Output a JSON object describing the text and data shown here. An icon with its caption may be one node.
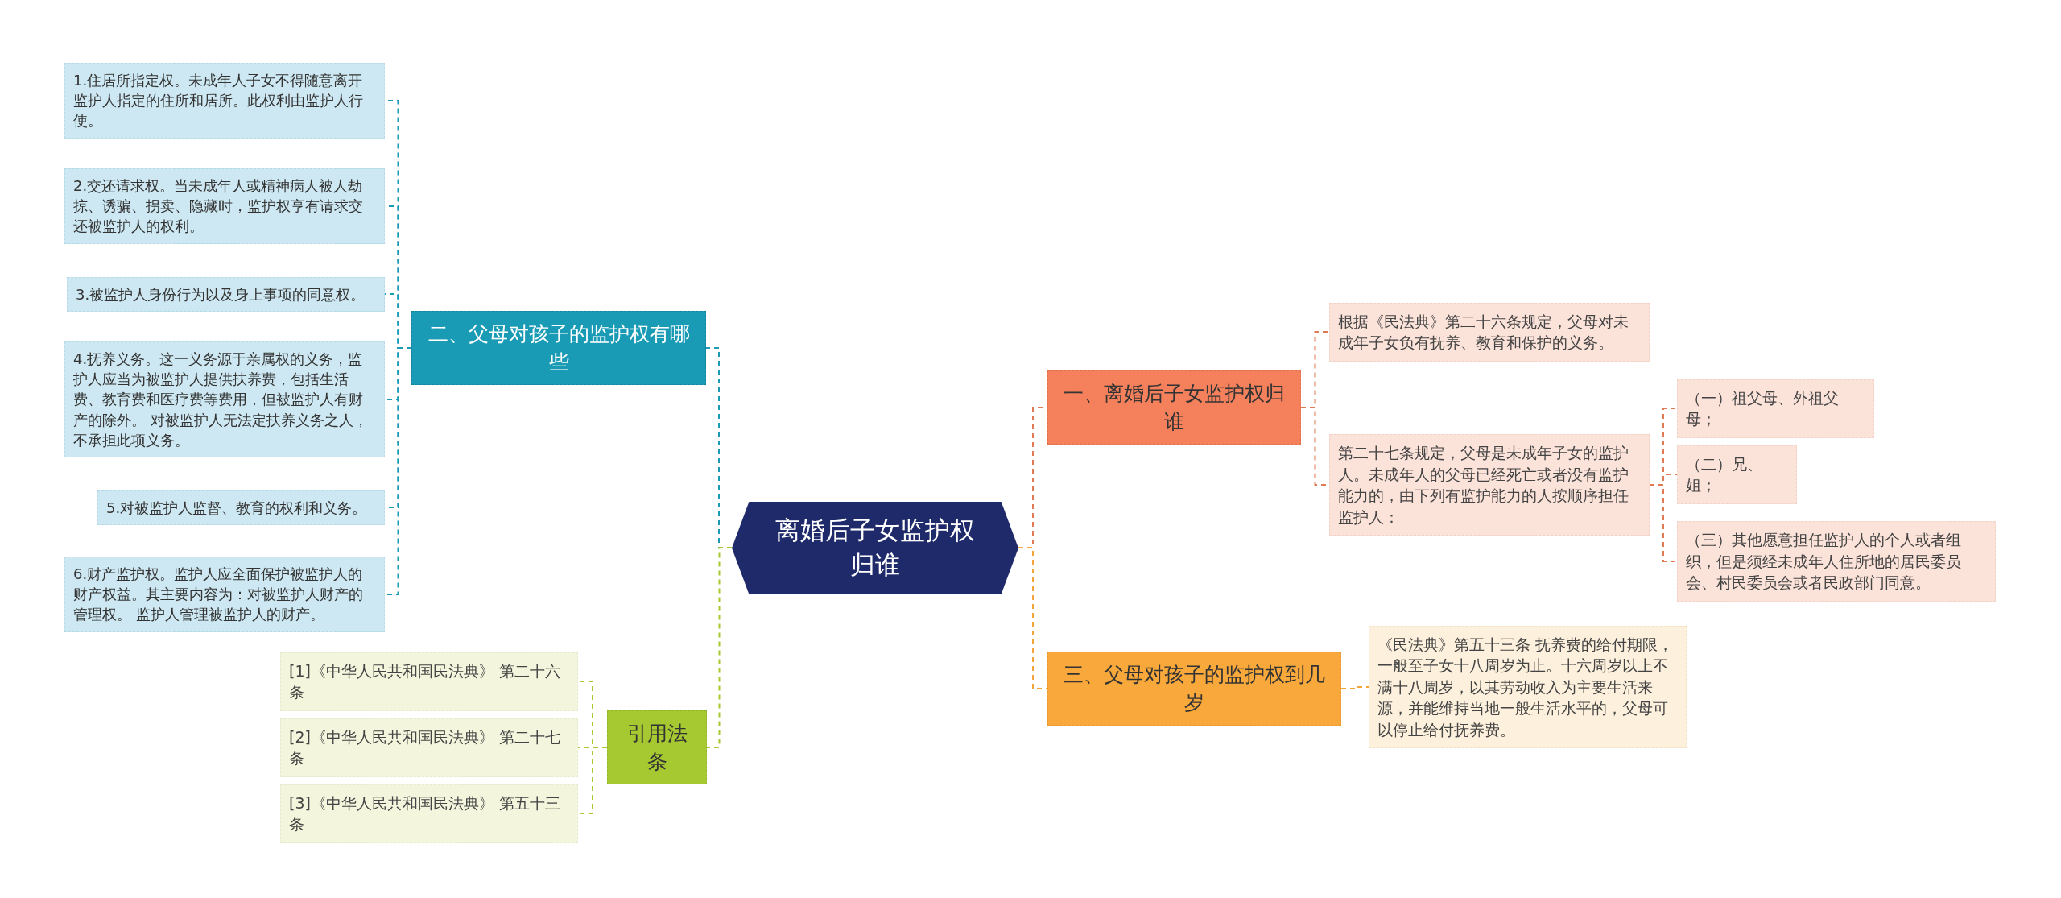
{
  "diagram": {
    "nodes": [
      {
        "text": [
          "离婚后子女监护权归谁"
        ]
      },
      {
        "text": [
          "二、父母对孩子的监护权有哪些"
        ]
      },
      {
        "text": [
          "1.住居所指定权。未成年人子女不得随意离开监护人指定的住所和居所。此权利由监护人行使。"
        ]
      },
      {
        "text": [
          "2.交还请求权。当未成年人或精神病人被人劫掠、诱骗、拐卖、隐藏时，监护权享有请求交还被监护人的权利。"
        ]
      },
      {
        "text": [
          "3.被监护人身份行为以及身上事项的同意权。"
        ]
      },
      {
        "text": [
          "4.抚养义务。这一义务源于亲属权的义务，监护人应当为被监护人提供扶养费，包括生活费、教育费和医疗费等费用，但被监护人有财产的除外。 对被监护人无法定扶养义务之人，不承担此项义务。"
        ]
      },
      {
        "text": [
          "5.对被监护人监督、教育的权利和义务。"
        ]
      },
      {
        "text": [
          "6.财产监护权。监护人应全面保护被监护人的财产权益。其主要内容为：对被监护人财产的管理权。 监护人管理被监护人的财产。"
        ]
      },
      {
        "text": [
          "引用法条"
        ]
      },
      {
        "text": [
          "[1]《中华人民共和国民法典》 第二十六条"
        ]
      },
      {
        "text": [
          "[2]《中华人民共和国民法典》 第二十七条"
        ]
      },
      {
        "text": [
          "[3]《中华人民共和国民法典》 第五十三条"
        ]
      },
      {
        "text": [
          "一、离婚后子女监护权归谁"
        ]
      },
      {
        "text": [
          "根据《民法典》第二十六条规定，父母对未成年子女负有抚养、教育和保护的义务。"
        ]
      },
      {
        "text": [
          "第二十七条规定，父母是未成年子女的监护人。未成年人的父母已经死亡或者没有监护能力的，由下列有监护能力的人按顺序担任监护人："
        ]
      },
      {
        "text": [
          "（一）祖父母、外祖父母；"
        ]
      },
      {
        "text": [
          "（二）兄、姐；"
        ]
      },
      {
        "text": [
          "（三）其他愿意担任监护人的个人或者组织，但是须经未成年人住所地的居民委员会、村民委员会或者民政部门同意。"
        ]
      },
      {
        "text": [
          "三、父母对孩子的监护权到几岁"
        ]
      },
      {
        "text": [
          "《民法典》第五十三条 抚养费的给付期限，一般至子女十八周岁为止。十六周岁以上不满十八周岁，以其劳动收入为主要生活来源，并能维持当地一般生活水平的，父母可以停止给付抚养费。"
        ]
      }
    ],
    "edges": [
      {
        "from": 0,
        "to": 1,
        "arrow": "none"
      },
      {
        "from": 1,
        "to": 2,
        "arrow": "none"
      },
      {
        "from": 1,
        "to": 3,
        "arrow": "none"
      },
      {
        "from": 1,
        "to": 4,
        "arrow": "none"
      },
      {
        "from": 1,
        "to": 5,
        "arrow": "none"
      },
      {
        "from": 1,
        "to": 6,
        "arrow": "none"
      },
      {
        "from": 1,
        "to": 7,
        "arrow": "none"
      },
      {
        "from": 0,
        "to": 8,
        "arrow": "none",
        "color": "#a6c831"
      },
      {
        "from": 8,
        "to": 9,
        "arrow": "none",
        "color": "#a6c831"
      },
      {
        "from": 8,
        "to": 10,
        "arrow": "none",
        "color": "#a6c831"
      },
      {
        "from": 8,
        "to": 11,
        "arrow": "none",
        "color": "#a6c831"
      },
      {
        "from": 0,
        "to": 12,
        "arrow": "none",
        "color": "#e07a55"
      },
      {
        "from": 12,
        "to": 13,
        "arrow": "none",
        "color": "#e07a55"
      },
      {
        "from": 12,
        "to": 14,
        "arrow": "none",
        "color": "#e07a55"
      },
      {
        "from": 14,
        "to": 15,
        "arrow": "none",
        "color": "#e07a55"
      },
      {
        "from": 14,
        "to": 16,
        "arrow": "none",
        "color": "#e07a55"
      },
      {
        "from": 14,
        "to": 17,
        "arrow": "none",
        "color": "#e07a55"
      },
      {
        "from": 0,
        "to": 18,
        "arrow": "none",
        "color": "#f3a53a"
      },
      {
        "from": 18,
        "to": 19,
        "arrow": "none",
        "color": "#f3a53a"
      }
    ]
  }
}
